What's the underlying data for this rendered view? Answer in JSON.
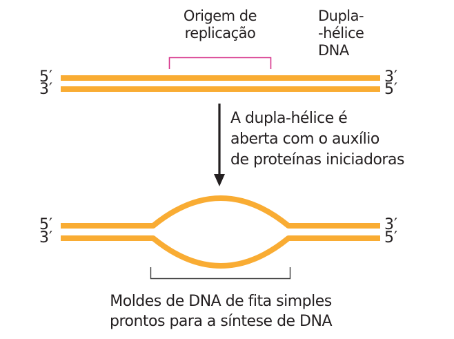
{
  "colors": {
    "strand": "#F9AC33",
    "origin_bracket": "#D6338A",
    "template_bracket": "#3a3a3a",
    "arrow": "#231f20",
    "text": "#231f20"
  },
  "top_panel": {
    "origin_label": [
      "Origem de",
      "replicação"
    ],
    "helix_label": [
      "Dupla-",
      "-hélice",
      "DNA"
    ],
    "left_ends": {
      "top": "5′",
      "bottom": "3′"
    },
    "right_ends": {
      "top": "3′",
      "bottom": "5′"
    }
  },
  "step": {
    "arrow_icon": "down-arrow-icon",
    "description": [
      "A dupla-hélice é",
      "aberta com o auxílio",
      "de proteínas iniciadoras"
    ]
  },
  "bottom_panel": {
    "left_ends": {
      "top": "5′",
      "bottom": "3′"
    },
    "right_ends": {
      "top": "3′",
      "bottom": "5′"
    },
    "caption": [
      "Moldes de DNA de fita simples",
      "prontos para a síntese de DNA"
    ]
  }
}
